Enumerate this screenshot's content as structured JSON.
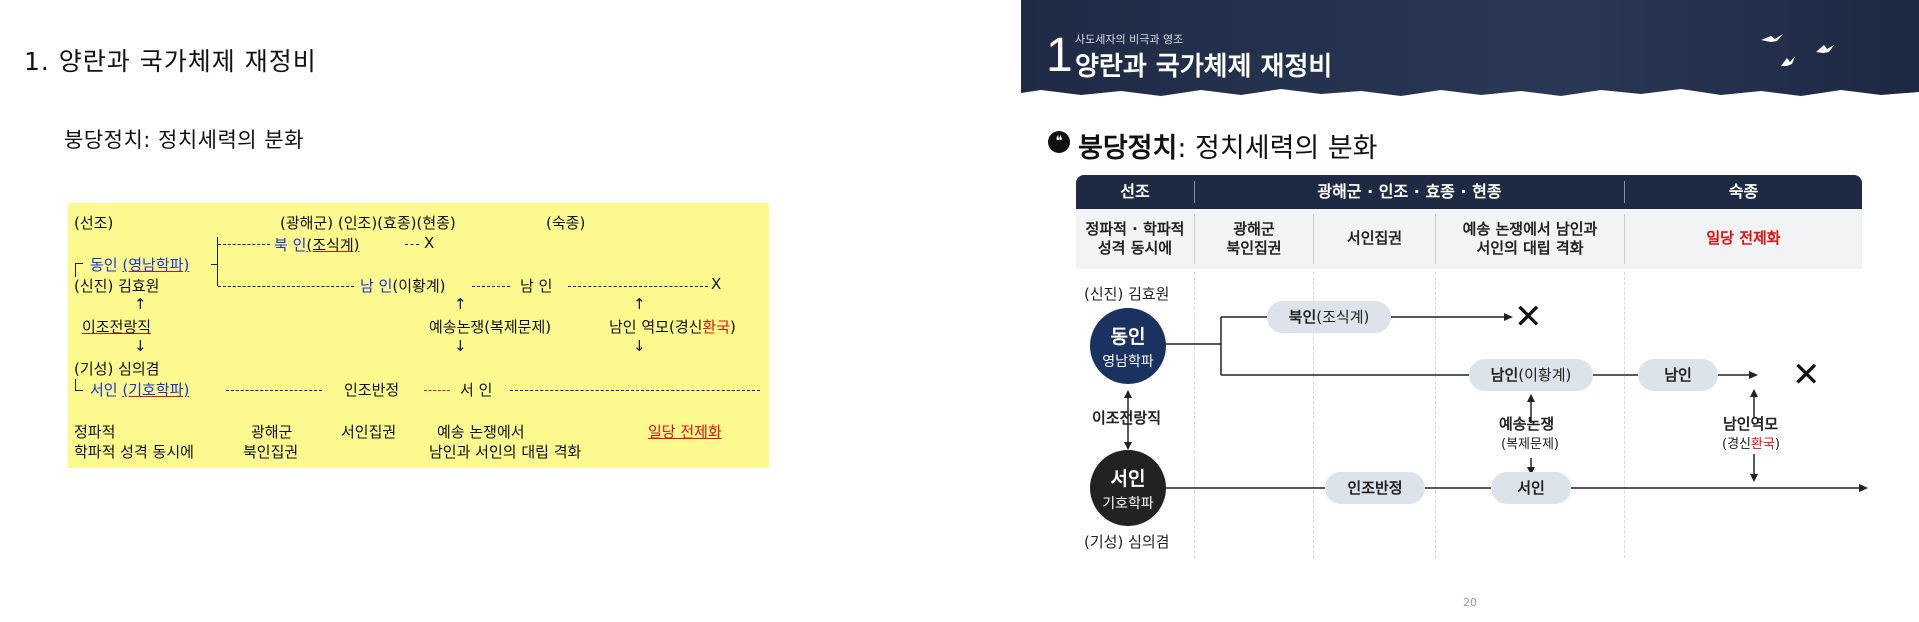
{
  "left": {
    "title": "1. 양란과 국가체제 재정비",
    "subtitle": "붕당정치: 정치세력의 분화",
    "diagram": {
      "era_seonjo": "(선조)",
      "era_mid": "(광해군) (인조)(효종)(현종)",
      "era_sukjong": "(숙종)",
      "bukin_a": "북 인",
      "bukin_b": "(조식계)",
      "x1": "X",
      "dongin_a": "동인",
      "dongin_b": "(영남학파)",
      "namin_a": "남 인",
      "namin_b": "(이황계)",
      "namin_plain": "남 인",
      "x2": "X",
      "sinjin": "(신진) 김효원",
      "ijo": "이조전랑직",
      "yesong": "예송논쟁(복제문제)",
      "namin_yeokmo_a": "남인 역모(경신",
      "namin_yeokmo_b": "환국",
      "namin_yeokmo_c": ")",
      "giseong": "(기성) 심의겸",
      "seoin_a": "서인",
      "seoin_b": "(기호학파)",
      "injo_banjeong": "인조반정",
      "seoin_plain": "서 인",
      "up1": "↑",
      "down1": "↓",
      "up2": "↑",
      "down2": "↓",
      "up3": "↑",
      "down3": "↓",
      "bottom1_a": "정파적",
      "bottom1_b": "학파적 성격 동시에",
      "bottom2_a": "광해군",
      "bottom2_b": "북인집권",
      "bottom3": "서인집권",
      "bottom4_a": "예송 논쟁에서",
      "bottom4_b": "남인과 서인의 대립 격화",
      "bottom5": "일당 전제화"
    }
  },
  "right": {
    "banner_number": "1",
    "banner_small": "사도세자의 비극과 영조",
    "banner_title": "양란과 국가체제 재정비",
    "subtitle_icon": "quote-icon",
    "subtitle_bold": "붕당정치",
    "subtitle_rest": ": 정치세력의 분화",
    "header_cols": [
      "선조",
      "광해군 · 인조 · 효종 · 현종",
      "숙종"
    ],
    "row2": [
      "정파적 · 학파적\n성격 동시에",
      "광해군\n북인집권",
      "서인집권",
      "예송 논쟁에서 남인과\n서인의 대립 격화",
      "일당 전제화"
    ],
    "sinjin": "(신진) 김효원",
    "dongin_big": "동인",
    "dongin_small": "영남학파",
    "ijo": "이조전랑직",
    "seoin_big": "서인",
    "seoin_small": "기호학파",
    "giseong": "(기성) 심의겸",
    "bukin_bold": "북인",
    "bukin_rest": "(조식계)",
    "namin_bold": "남인",
    "namin_rest": "(이황계)",
    "namin2": "남인",
    "yesong_a": "예송논쟁",
    "yesong_b": "(복제문제)",
    "yeokmo_a": "남인역모",
    "yeokmo_b1": "(경신",
    "yeokmo_b2": "환국",
    "yeokmo_b3": ")",
    "injo_banjeong": "인조반정",
    "seoin_pill": "서인",
    "page_number": "20"
  },
  "colors": {
    "banner_navy": "#1f2b45",
    "header_navy": "#1e2a44",
    "dongin_circle": "#1a3260",
    "seoin_circle": "#222222",
    "highlight_yellow": "#fcf98e",
    "accent_red": "#e01010",
    "accent_blue": "#1a35d6"
  }
}
